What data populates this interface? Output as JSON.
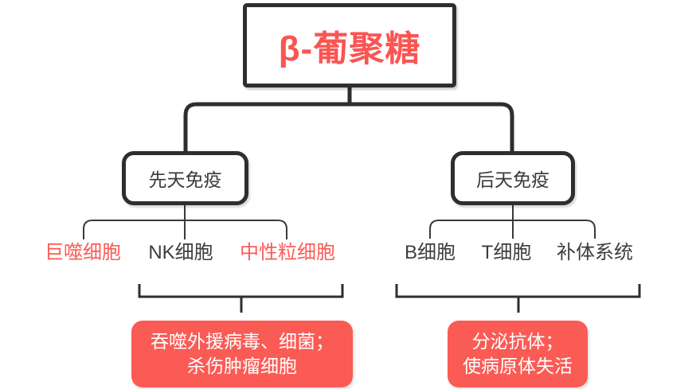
{
  "title": {
    "label": "β-葡聚糖"
  },
  "branches": [
    {
      "name": "先天免疫",
      "cells": [
        {
          "label": "巨噬细胞",
          "highlight": true
        },
        {
          "label": "NK细胞",
          "highlight": false
        },
        {
          "label": "中性粒细胞",
          "highlight": true
        }
      ],
      "function": {
        "line1": "吞噬外援病毒、细菌；",
        "line2": "杀伤肿瘤细胞"
      }
    },
    {
      "name": "后天免疫",
      "cells": [
        {
          "label": "B细胞",
          "highlight": false
        },
        {
          "label": "T细胞",
          "highlight": false
        },
        {
          "label": "补体系统",
          "highlight": false
        }
      ],
      "function": {
        "line1": "分泌抗体；",
        "line2": "使病原体失活"
      }
    }
  ],
  "colors": {
    "accent_red": "#fa5b55",
    "line_dark": "#2e2e2e",
    "text_dark": "#3d3d3d",
    "text_on_red": "#ffffff",
    "background": "#ffffff"
  }
}
